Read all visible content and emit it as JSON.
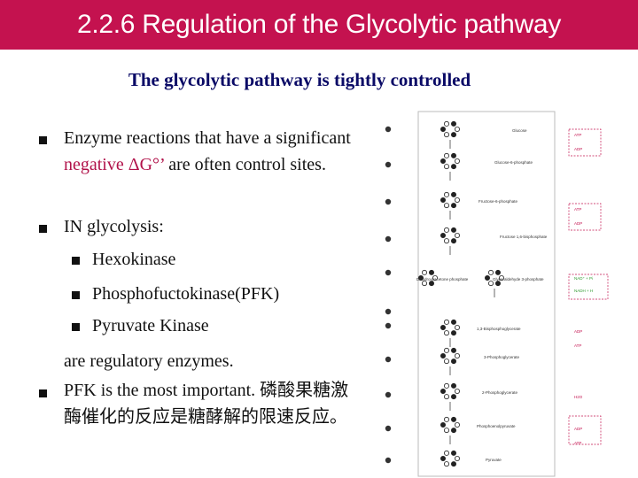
{
  "title": "2.2.6 Regulation of the Glycolytic pathway",
  "subtitle": "The glycolytic pathway is tightly controlled",
  "bullets": {
    "b1_pre": "Enzyme reactions that have a significant",
    "b1_neg": "negative ΔG°’",
    "b1_post": "are often control sites.",
    "b2": "IN glycolysis:",
    "enzymes": [
      "Hexokinase",
      "Phosphofuctokinase(PFK)",
      "Pyruvate Kinase"
    ],
    "regulatory": "are regulatory enzymes.",
    "b3": "PFK is the most important. 磷酸果糖激酶催化的反应是糖酵解的限速反应。"
  },
  "figure": {
    "labels": [
      "Glucose",
      "Glucose-6-phosphate",
      "Fructose-6-phosphate",
      "Fructose 1,6-bisphosphate",
      "Dihydroxyacetone phosphate",
      "Glyceraldehyde 3-phosphate",
      "1,3-Bisphosphoglycerate",
      "3-Phosphoglycerate",
      "2-Phosphoglycerate",
      "Phosphoenolpyruvate",
      "Pyruvate"
    ],
    "cofactors": [
      "ATP",
      "ADP",
      "ATP",
      "ADP",
      "NAD⁺ + Pi",
      "NADH + H",
      "ADP",
      "ATP",
      "H2O",
      "ADP",
      "ATP"
    ]
  }
}
